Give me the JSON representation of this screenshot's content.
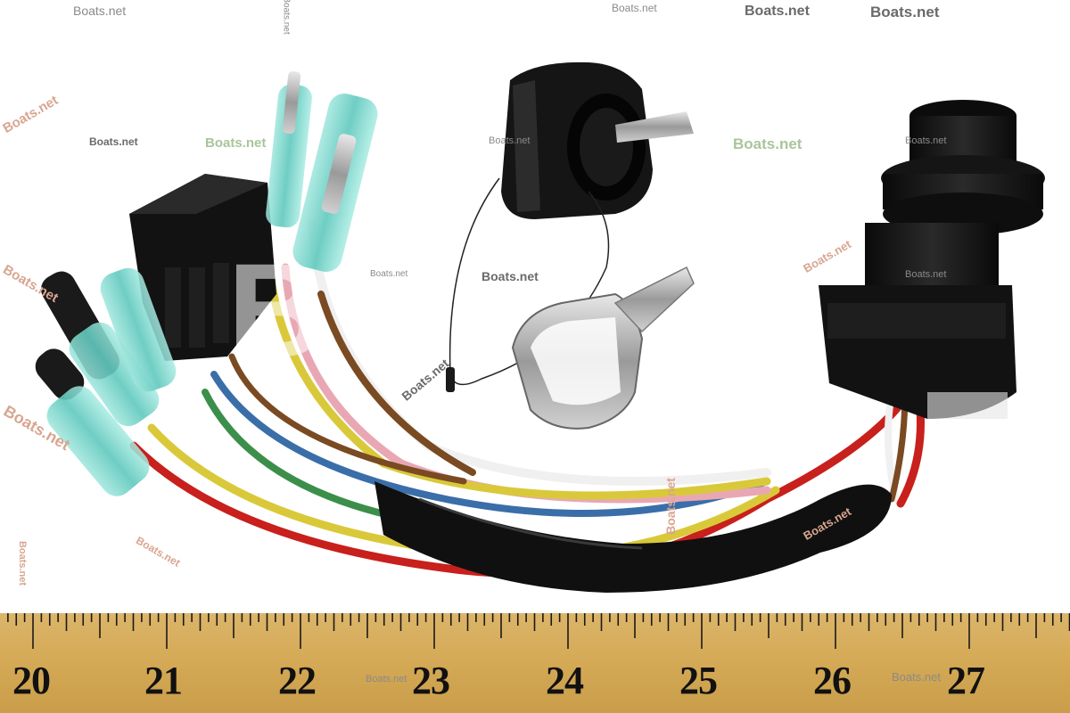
{
  "watermark": {
    "brand": "Boats.net",
    "large_mark": "B"
  },
  "ruler": {
    "numbers": [
      "20",
      "21",
      "22",
      "23",
      "24",
      "25",
      "26",
      "27"
    ]
  },
  "colors": {
    "ruler": "#d4a955",
    "switch_body": "#141414",
    "wire_red": "#c8201c",
    "wire_yellow": "#d9c93a",
    "wire_white": "#f0f0f0",
    "wire_pink": "#e9a7b4",
    "wire_blue": "#3a6ea8",
    "wire_green": "#3b8f4a",
    "wire_brown": "#7a4a22",
    "connector_teal": "#6fd3c8"
  }
}
